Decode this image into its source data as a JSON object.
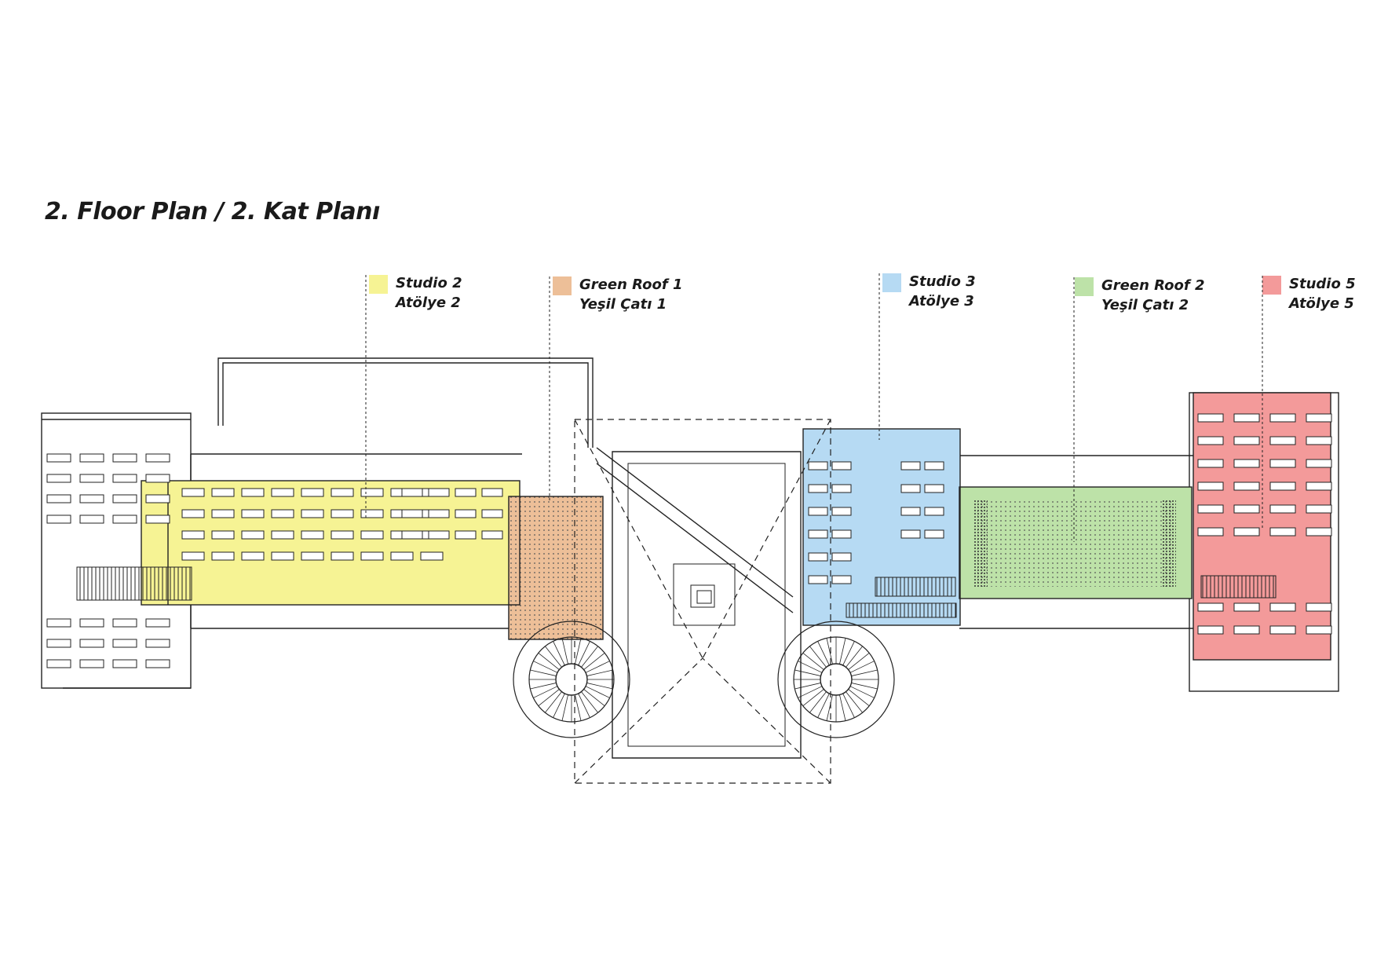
{
  "plan": {
    "title": "2. Floor Plan / 2. Kat Planı"
  },
  "legend": [
    {
      "id": "studio2",
      "en": "Studio 2",
      "tr": "Atölye 2",
      "color": "#f6f394"
    },
    {
      "id": "greenroof1",
      "en": "Green Roof 1",
      "tr": "Yeşil Çatı 1",
      "color": "#edbf98"
    },
    {
      "id": "studio3",
      "en": "Studio 3",
      "tr": "Atölye 3",
      "color": "#b6daf3"
    },
    {
      "id": "greenroof2",
      "en": "Green Roof 2",
      "tr": "Yeşil Çatı 2",
      "color": "#bde2a8"
    },
    {
      "id": "studio5",
      "en": "Studio 5",
      "tr": "Atölye 5",
      "color": "#f39a9a"
    }
  ]
}
